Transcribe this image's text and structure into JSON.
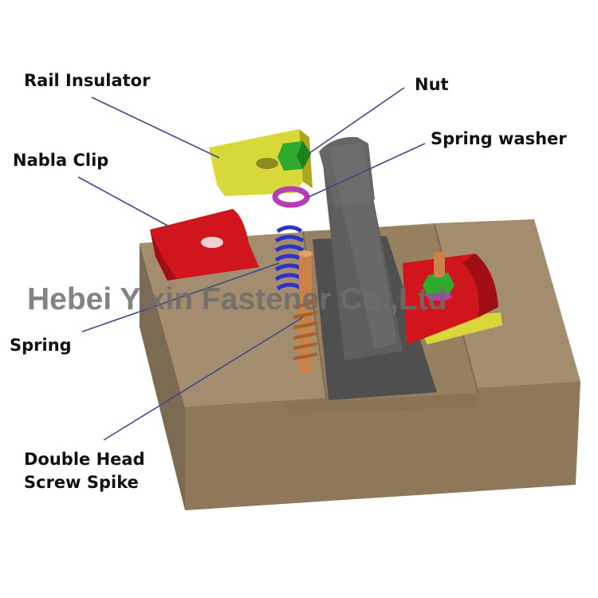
{
  "labels": {
    "rail_insulator": "Rail Insulator",
    "nut": "Nut",
    "spring_washer": "Spring washer",
    "nabla_clip": "Nabla Clip",
    "spring": "Spring",
    "double_head_line1": "Double Head",
    "double_head_line2": "Screw Spike"
  },
  "watermark": "Hebei Yixin Fastener Co.,Ltd",
  "colors": {
    "sleeper": "#9b8365",
    "sleeper_top": "#a48c6e",
    "rail": "#595959",
    "clip": "#d0161c",
    "insulator": "#d8d83a",
    "nut": "#2eaa2e",
    "washer": "#b73db7",
    "spring": "#2a35c8",
    "spike": "#c98247",
    "leader": "#3d4a86"
  }
}
